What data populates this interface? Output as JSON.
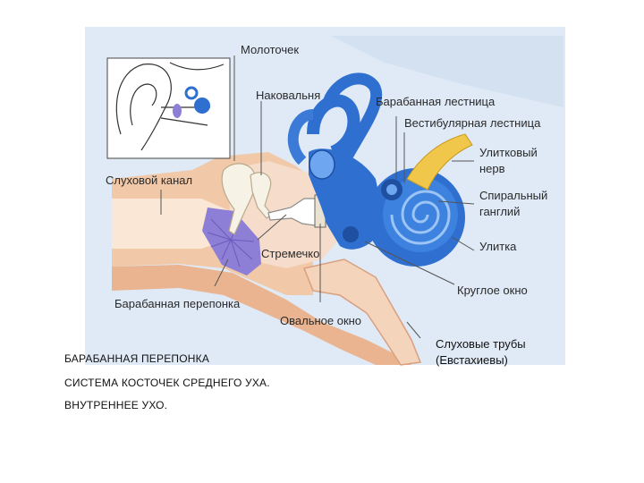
{
  "labels": {
    "malleus": "Молоточек",
    "incus": "Наковальня",
    "ear_canal": "Слуховой канал",
    "stapes": "Стремечко",
    "eardrum": "Барабанная перепонка",
    "oval_window": "Овальное окно",
    "scala_tympani": "Барабанная лестница",
    "scala_vestibuli": "Вестибулярная лестница",
    "cochlear_nerve_1": "Улитковый",
    "cochlear_nerve_2": "нерв",
    "spiral_ganglion_1": "Спиральный",
    "spiral_ganglion_2": "ганглий",
    "cochlea": "Улитка",
    "round_window": "Круглое окно"
  },
  "tubes": {
    "line1": "Слуховые трубы",
    "line2": "(Евстахиевы)"
  },
  "captions": [
    "БАРАБАННАЯ ПЕРЕПОНКА",
    "СИСТЕМА КОСТОЧЕК СРЕДНЕГО УХА.",
    "ВНУТРЕННЕЕ УХО."
  ],
  "colors": {
    "background_panel": "#dfeaf6",
    "skin": "#f1c9a8",
    "skin_dark": "#d9a07e",
    "labyrinth": "#2f6fd0",
    "labyrinth_light": "#6ea6f0",
    "eardrum": "#8d7fd6",
    "nerve": "#f0c74a",
    "bone": "#f7f2e6"
  }
}
